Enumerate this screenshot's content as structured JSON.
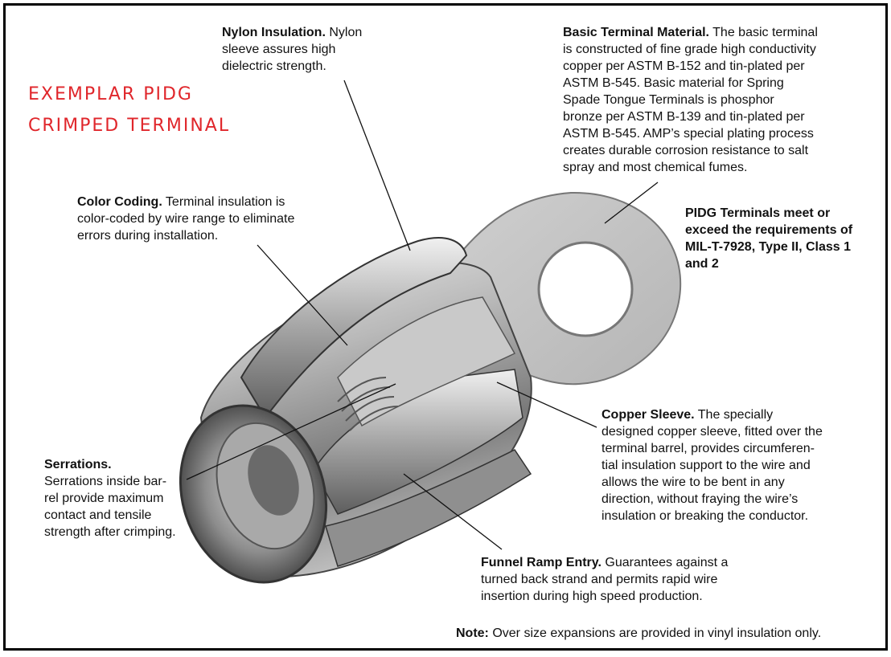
{
  "title": {
    "line1": "EXEMPLAR PIDG",
    "line2": "CRIMPED TERMINAL"
  },
  "callouts": {
    "nylon": {
      "heading": "Nylon Insulation.",
      "text1": " Nylon",
      "text2": "sleeve assures high",
      "text3": "dielectric strength."
    },
    "basic": {
      "heading": "Basic Terminal Material.",
      "text1": " The basic terminal",
      "text2": "is constructed of fine grade high conductivity",
      "text3": "copper per ASTM B-152 and tin-plated per",
      "text4": "ASTM B-545. Basic material for Spring",
      "text5": "Spade Tongue Terminals is phosphor",
      "text6": "bronze per ASTM B-139 and tin-plated per",
      "text7": "ASTM B-545. AMP’s special plating process",
      "text8": "creates durable corrosion resistance to salt",
      "text9": "spray and most chemical fumes."
    },
    "pidg": {
      "line1": "PIDG Terminals meet or",
      "line2": "exceed the requirements of",
      "line3": "MIL-T-7928, Type II, Class 1",
      "line4": "and 2"
    },
    "color": {
      "heading": "Color Coding.",
      "text1": " Terminal insulation is",
      "text2": "color-coded by wire range to eliminate",
      "text3": "errors during installation."
    },
    "serrations": {
      "heading": "Serrations.",
      "text1": "Serrations inside bar-",
      "text2": "rel provide maximum",
      "text3": "contact and tensile",
      "text4": "strength after crimping."
    },
    "copper": {
      "heading": "Copper Sleeve.",
      "text1": " The specially",
      "text2": "designed copper sleeve, fitted over the",
      "text3": "terminal barrel, provides circumferen-",
      "text4": "tial insulation support to the wire and",
      "text5": "allows the wire to be bent in any",
      "text6": "direction, without fraying the wire’s",
      "text7": "insulation or breaking the conductor."
    },
    "funnel": {
      "heading": "Funnel Ramp Entry.",
      "text1": " Guarantees against a",
      "text2": "turned back strand and permits rapid wire",
      "text3": "insertion during high speed production."
    },
    "note": {
      "heading": "Note:",
      "text": " Over size expansions are provided in vinyl insulation only."
    }
  },
  "colors": {
    "title_red": "#e0262b",
    "metal_light": "#d6d6d6",
    "metal_mid": "#a8a8a8",
    "metal_dark": "#555555"
  },
  "illustration": "crimped-terminal-cutaway"
}
